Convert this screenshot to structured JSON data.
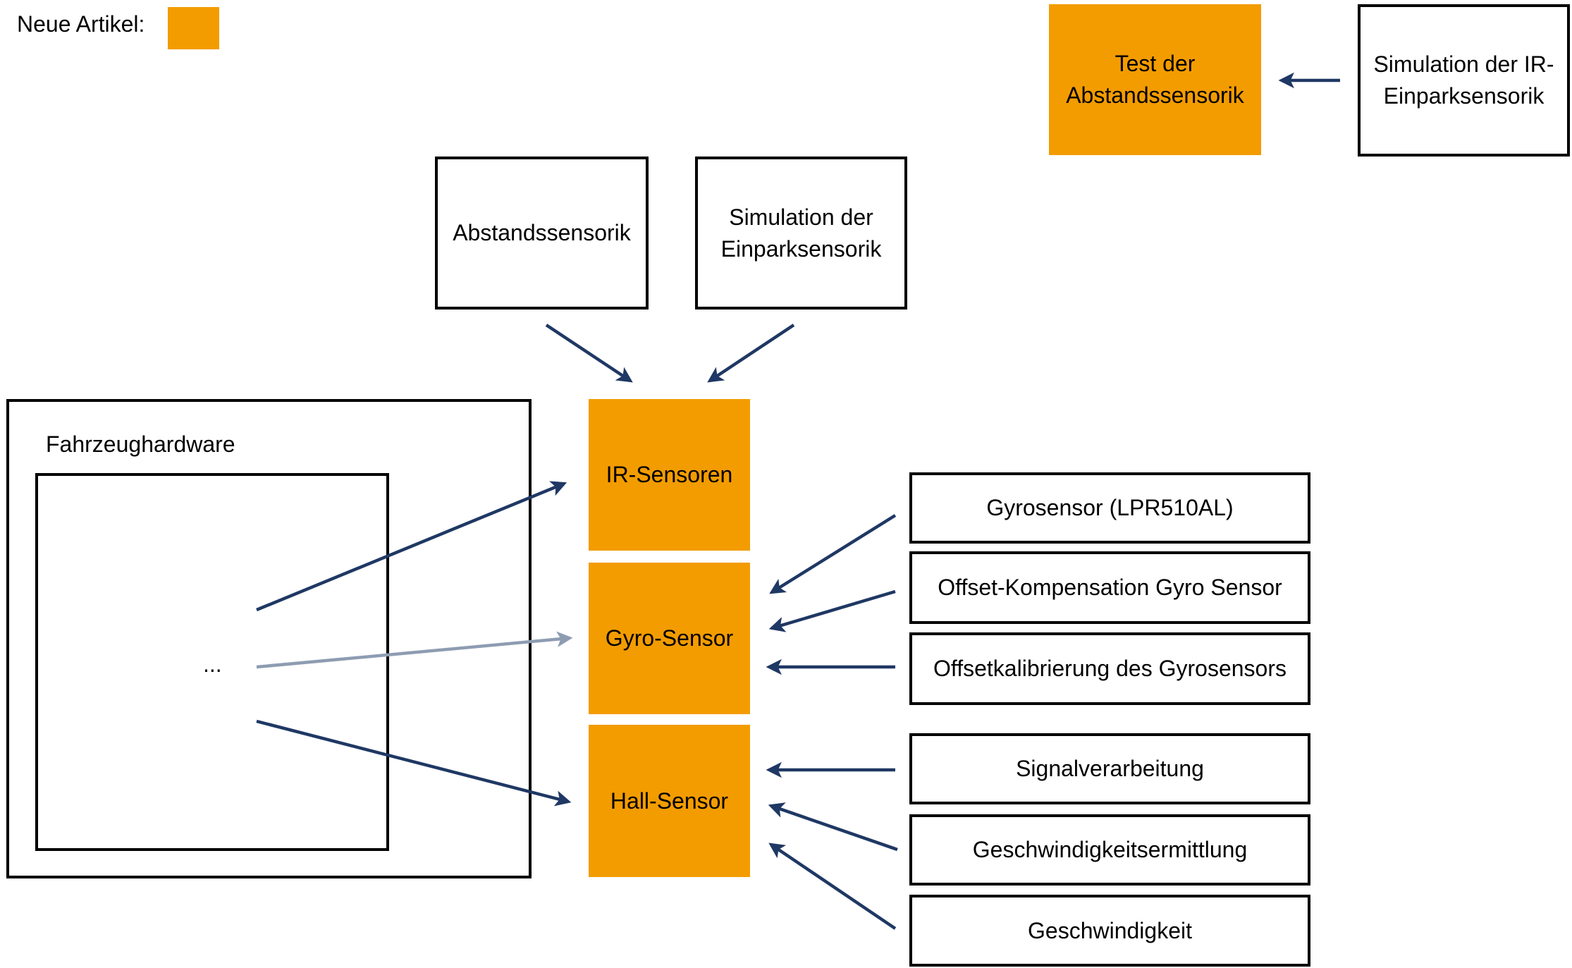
{
  "legend": {
    "label": "Neue Artikel:",
    "new_color": "#f39c00"
  },
  "colors": {
    "arrow": "#1f3864",
    "arrow_light": "#8e9cb2",
    "new_item": "#f39c00"
  },
  "top_right": {
    "test_box": "Test der Abstandssensorik",
    "sim_ir_box": "Simulation der IR-\nEinparksensorik"
  },
  "top_inputs": {
    "abstand": "Abstandssensorik",
    "sim_einpark": "Simulation der Einparksensorik"
  },
  "hardware": {
    "title": "Fahrzeughardware",
    "ellipsis": "..."
  },
  "sensors": {
    "ir": "IR-Sensoren",
    "gyro": "Gyro-Sensor",
    "hall": "Hall-Sensor"
  },
  "right_items": [
    "Gyrosensor (LPR510AL)",
    "Offset-Kompensation Gyro Sensor",
    "Offsetkalibrierung des Gyrosensors",
    "Signalverarbeitung",
    "Geschwindigkeitsermittlung",
    "Geschwindigkeit"
  ]
}
